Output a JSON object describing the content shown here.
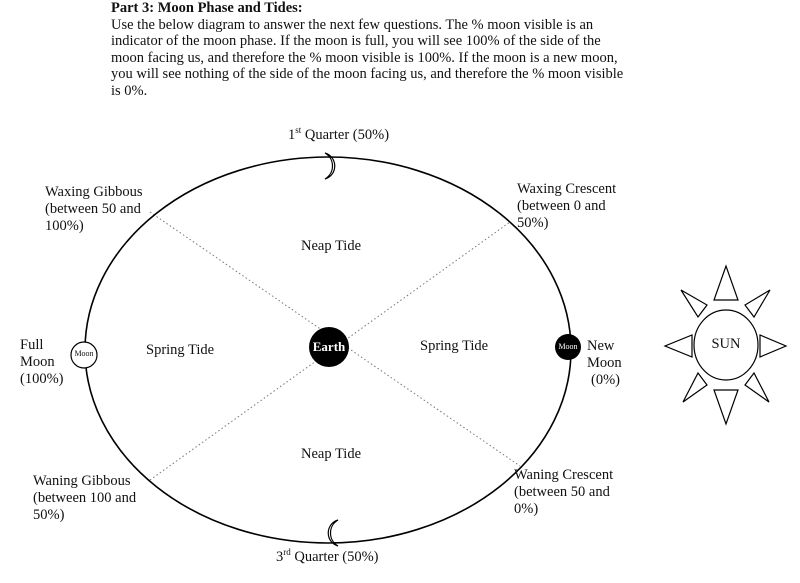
{
  "intro": {
    "heading": "Part 3:  Moon Phase and Tides:",
    "lines": [
      "Use the below diagram to answer the next few questions.  The % moon visible is an",
      "indicator of the moon phase.  If the moon is full, you will see 100% of the side of the",
      "moon facing us, and therefore the % moon visible is 100%.  If the moon is a new moon,",
      "you will see nothing of the side of the moon facing us, and therefore the % moon visible",
      "is 0%."
    ]
  },
  "diagram": {
    "center_label": "Earth",
    "sun_label": "SUN",
    "full_moon_disc": "Moon",
    "new_moon_disc": "Moon",
    "tides": {
      "top": "Neap Tide",
      "bottom": "Neap Tide",
      "left": "Spring Tide",
      "right": "Spring Tide"
    },
    "phases": {
      "first_quarter": {
        "ordinal": "1",
        "suffix": "st",
        "text": " Quarter (50%)"
      },
      "third_quarter": {
        "ordinal": "3",
        "suffix": "rd",
        "text": " Quarter (50%)"
      },
      "waxing_gibbous": [
        "Waxing Gibbous",
        "(between 50 and",
        "100%)"
      ],
      "waxing_crescent": [
        "Waxing Crescent",
        "(between 0 and",
        "50%)"
      ],
      "waning_gibbous": [
        "Waning Gibbous",
        "(between 100 and",
        "50%)"
      ],
      "waning_crescent": [
        "Waning Crescent",
        "(between 50 and",
        "0%)"
      ],
      "full_moon": [
        "Full",
        "Moon",
        "(100%)"
      ],
      "new_moon": [
        "New",
        "Moon",
        "(0%)"
      ]
    }
  }
}
